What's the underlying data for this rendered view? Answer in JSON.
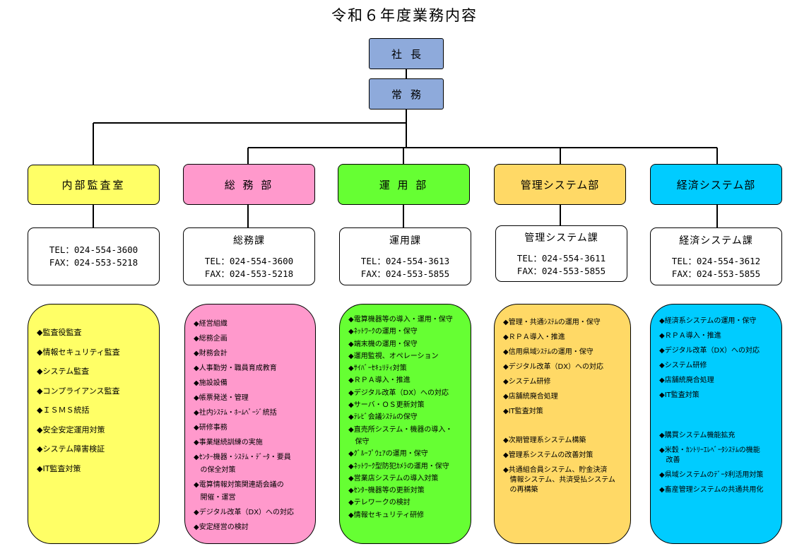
{
  "title": "令和６年度業務内容",
  "president": "社長",
  "managing_director": "常務",
  "colors": {
    "exec": "#8eaadb",
    "audit": "#ffff66",
    "general": "#ff99cc",
    "operations": "#66ff33",
    "mgmt_system": "#ffd966",
    "econ_system": "#00ccff"
  },
  "departments": [
    {
      "name": "内部監査室",
      "contact_name": "",
      "tel": "TEL：024-554-3600",
      "fax": "FAX：024-553-5218",
      "duties": [
        "◆監査役監査",
        "◆情報セキュリティ監査",
        "◆システム監査",
        "◆コンプライアンス監査",
        "◆ＩＳＭＳ統括",
        "◆安全安定運用対策",
        "◆システム障害検証",
        "◆IT監査対策"
      ],
      "duties_extra": []
    },
    {
      "name": "総 務 部",
      "contact_name": "総務課",
      "tel": "TEL：024-554-3600",
      "fax": "FAX：024-553-5218",
      "duties": [
        "◆経営組織",
        "◆総務企画",
        "◆財務会計",
        "◆人事勤労・職員育成教育",
        "◆施設設備",
        "◆帳票発送・管理",
        "◆社内ｼｽﾃﾑ・ﾎｰﾑﾍﾟｰｼﾞ統括",
        "◆研修事務",
        "◆事業継続訓練の実施",
        "◆ｾﾝﾀｰ機器・ｼｽﾃﾑ・ﾃﾞｰﾀ・要員\n   の保全対策",
        "◆電算情報対策関連語会議の\n   開催・運営",
        "◆デジタル改革（DX）への対応",
        "◆安定経営の検討"
      ],
      "duties_extra": []
    },
    {
      "name": "運 用 部",
      "contact_name": "運用課",
      "tel": "TEL：024-554-3613",
      "fax": "FAX：024-553-5855",
      "duties": [
        "◆電算機器等の導入・運用・保守",
        "◆ﾈｯﾄﾜｰｸの運用・保守",
        "◆端末機の運用・保守",
        "◆運用監視、オペレーション",
        "◆ｻｲﾊﾞｰｾｷｭﾘﾃｨ対策",
        "◆ＲＰＡ導入・推進",
        "◆デジタル改革（DX）への対応",
        "◆サーバ・ＯＳ更新対策",
        "◆ﾃﾚﾋﾞ会議ｼｽﾃﾑの保守",
        "◆直売所システム・機器の導入・\n   保守",
        "◆ｸﾞﾙｰﾌﾟｳｪｱの運用・保守",
        "◆ﾈｯﾄﾜｰｸ型防犯ｶﾒﾗの運用・保守",
        "◆営業店システムの導入対策",
        "◆ｾﾝﾀｰ機器等の更新対策",
        "◆テレワークの検討",
        "◆情報セキュリティ研修"
      ],
      "duties_extra": []
    },
    {
      "name": "管理システム部",
      "contact_name": "管理システム課",
      "tel": "TEL：024-554-3611",
      "fax": "FAX：024-553-5855",
      "duties": [
        "◆管理・共通ｼｽﾃﾑの運用・保守",
        "◆ＲＰＡ導入・推進",
        "◆信用県域ｼｽﾃﾑの運用・保守",
        "◆デジタル改革（DX）への対応",
        "◆システム研修",
        "◆店舗統廃合処理",
        "◆IT監査対策"
      ],
      "duties_extra": [
        "◆次期管理系システム構築",
        "◆管理系システムの改善対策",
        "◆共通組合員システム、貯金決済\n   情報システム、共済受払システム\n   の再構築"
      ]
    },
    {
      "name": "経済システム部",
      "contact_name": "経済システム課",
      "tel": "TEL：024-554-3612",
      "fax": "FAX：024-553-5855",
      "duties": [
        "◆経済系システムの運用・保守",
        "◆ＲＰＡ導入・推進",
        "◆デジタル改革（DX）への対応",
        "◆システム研修",
        "◆店舗統廃合処理",
        "◆IT監査対策"
      ],
      "duties_extra": [
        "◆購買システム機能拡充",
        "◆米穀・ｶﾝﾄﾘｰｴﾚﾍﾞｰﾀｼｽﾃﾑの機能\n   改善",
        "◆県域システムのﾃﾞｰﾀ利活用対策",
        "◆畜産管理システムの共通共用化"
      ]
    }
  ]
}
